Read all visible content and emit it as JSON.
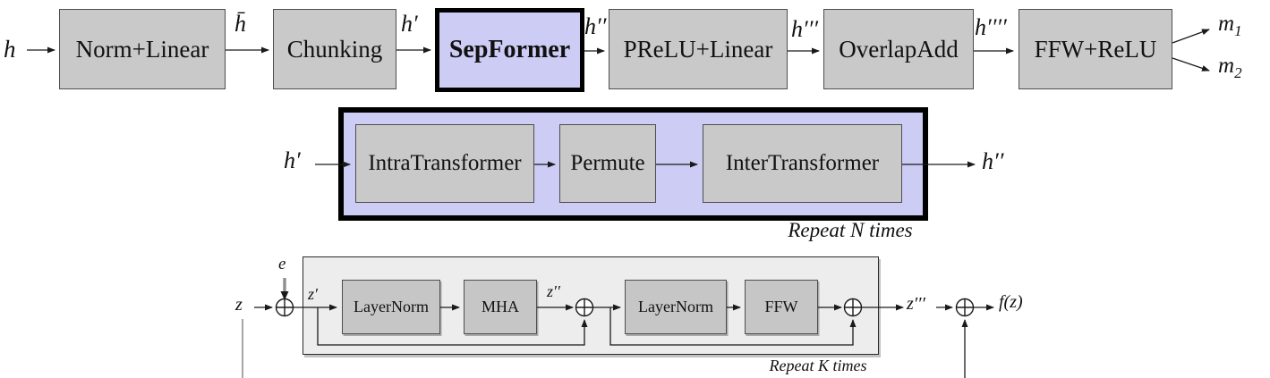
{
  "colors": {
    "block_fill": "#c9c9c9",
    "block_border": "#4d4d4d",
    "accent_fill": "#ccccf5",
    "accent_border": "#000000",
    "panel_fill": "#ededed",
    "wire": "#1a1a1a"
  },
  "pipeline": {
    "input_label": "h",
    "boxes": [
      "Norm+Linear",
      "Chunking",
      "SepFormer",
      "PReLU+Linear",
      "OverlapAdd",
      "FFW+ReLU"
    ],
    "edge_labels": [
      "h̄",
      "h′",
      "h′′",
      "h′′′",
      "h′′′′"
    ],
    "outputs": [
      {
        "base": "m",
        "sub": "1"
      },
      {
        "base": "m",
        "sub": "2"
      }
    ]
  },
  "sepformer_detail": {
    "input_label": "h′",
    "boxes": [
      "IntraTransformer",
      "Permute",
      "InterTransformer"
    ],
    "output_label": "h′′",
    "repeat_label": "Repeat N times"
  },
  "transformer_detail": {
    "input_label": "z",
    "embedding_label": "e",
    "sum1_label": "z′",
    "boxes": [
      "LayerNorm",
      "MHA",
      "LayerNorm",
      "FFW"
    ],
    "sum2_label": "z′′",
    "output_label": "z′′′",
    "final_label": "f(z)",
    "repeat_label": "Repeat K times"
  }
}
